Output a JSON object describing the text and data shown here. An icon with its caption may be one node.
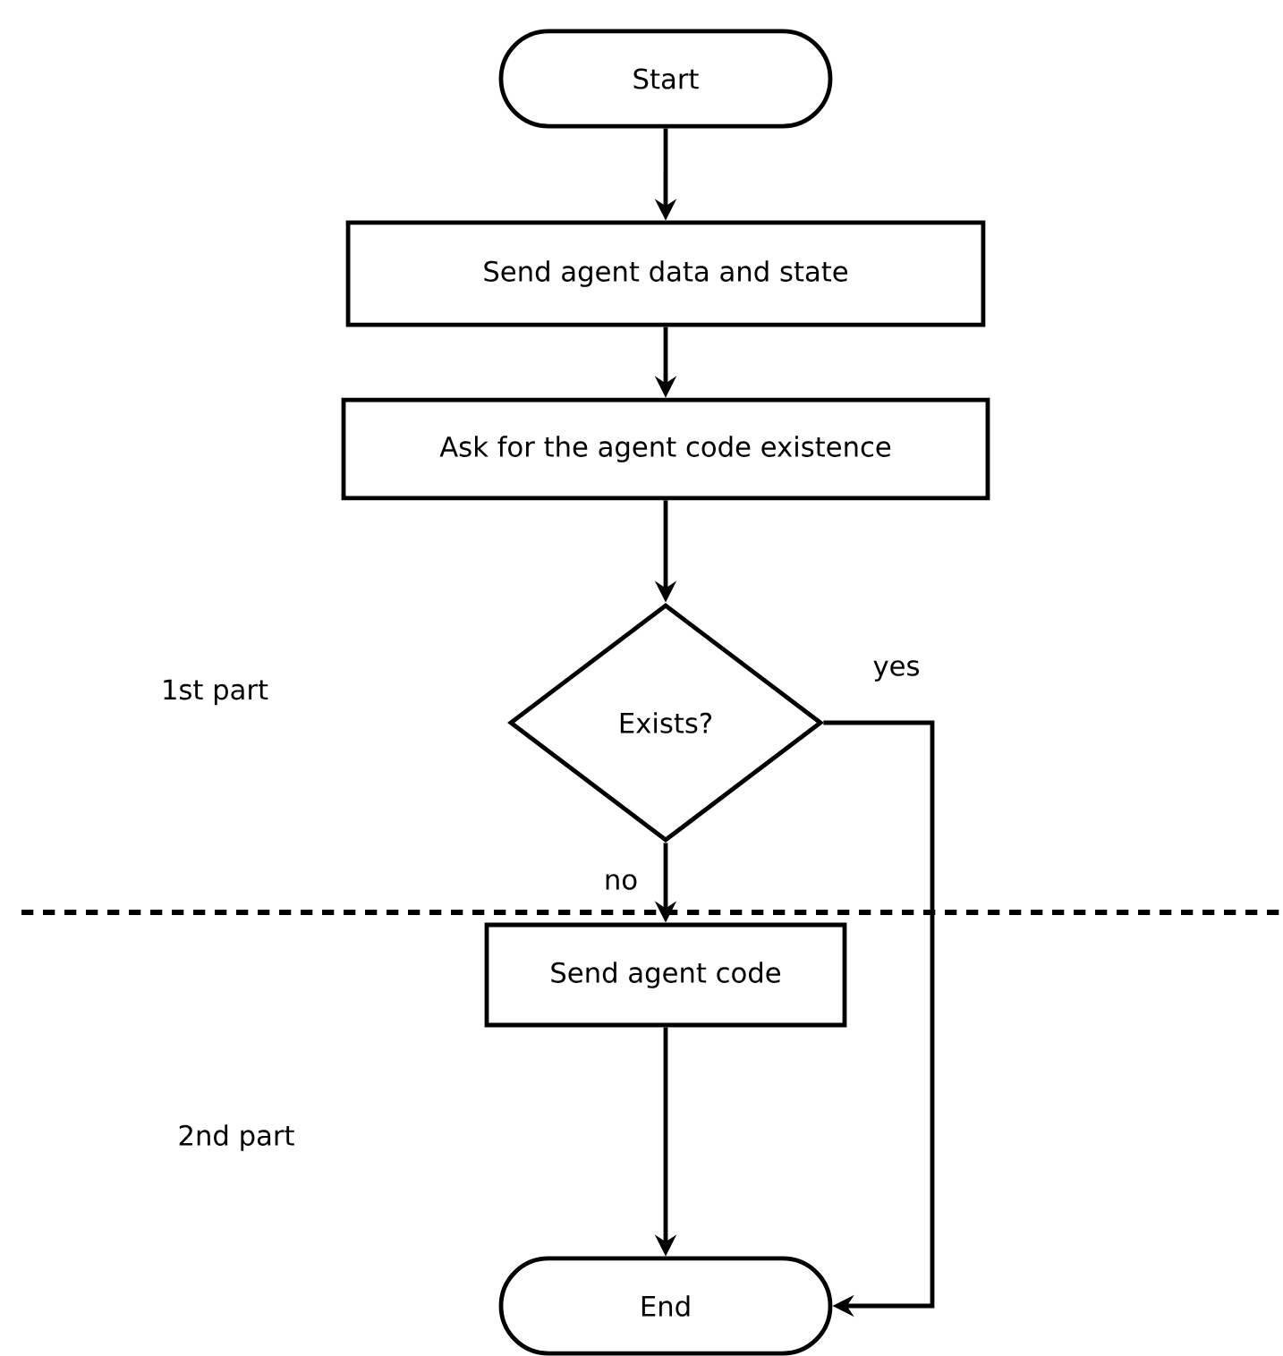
{
  "diagram": {
    "nodes": [
      {
        "text": [
          "Start"
        ]
      },
      {
        "text": [
          "Send agent data and state"
        ]
      },
      {
        "text": [
          "Ask for the agent code existence"
        ]
      },
      {
        "text": [
          "Exists?"
        ]
      },
      {
        "text": [
          "Send agent code"
        ]
      },
      {
        "text": [
          "End"
        ]
      }
    ],
    "edges": [
      {
        "from": 0,
        "to": 1,
        "arrow": "to"
      },
      {
        "from": 1,
        "to": 2,
        "arrow": "to"
      },
      {
        "from": 2,
        "to": 3,
        "arrow": "to"
      },
      {
        "from": 3,
        "to": 4,
        "arrow": "to",
        "label": "no"
      },
      {
        "from": 3,
        "to": 5,
        "arrow": "to",
        "label": "yes"
      },
      {
        "from": 4,
        "to": 5,
        "arrow": "to"
      }
    ],
    "labels": [
      "1st part",
      "2nd part"
    ]
  }
}
